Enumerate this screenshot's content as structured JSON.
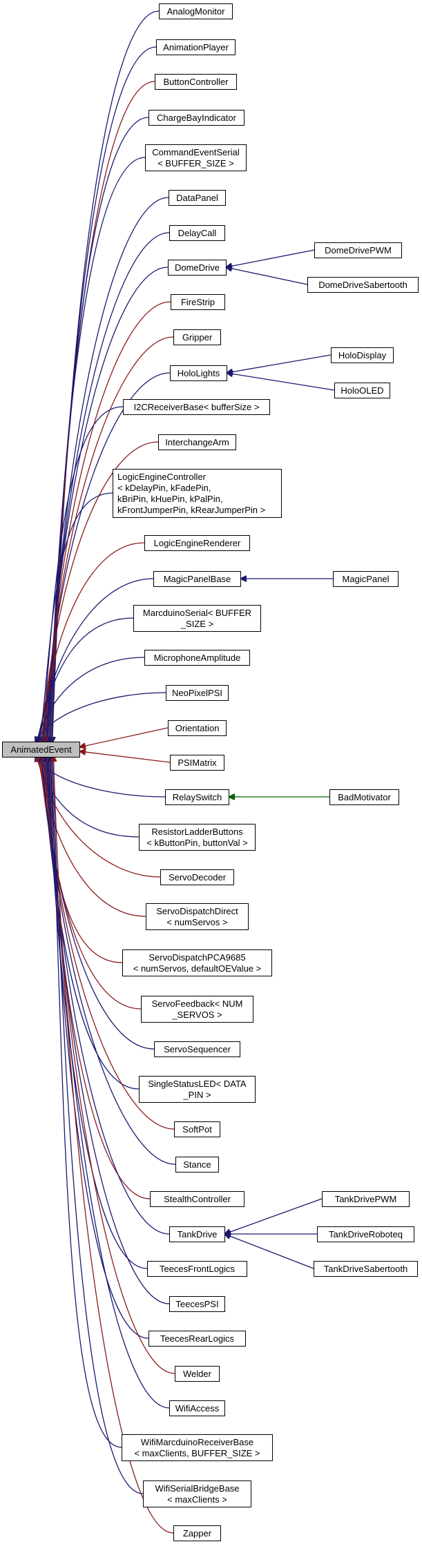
{
  "root": {
    "id": "root",
    "label": [
      "AnimatedEvent"
    ]
  },
  "colors": {
    "public": "#191970",
    "protected": "#8b1a1a",
    "private": "#006400"
  },
  "nodes": [
    {
      "id": "AnalogMonitor",
      "label": [
        "AnalogMonitor"
      ],
      "inherit": "public"
    },
    {
      "id": "AnimationPlayer",
      "label": [
        "AnimationPlayer"
      ],
      "inherit": "public"
    },
    {
      "id": "ButtonController",
      "label": [
        "ButtonController"
      ],
      "inherit": "protected"
    },
    {
      "id": "ChargeBayIndicator",
      "label": [
        "ChargeBayIndicator"
      ],
      "inherit": "public"
    },
    {
      "id": "CommandEventSerial",
      "label": [
        "CommandEventSerial",
        "< BUFFER_SIZE >"
      ],
      "inherit": "public"
    },
    {
      "id": "DataPanel",
      "label": [
        "DataPanel"
      ],
      "inherit": "public"
    },
    {
      "id": "DelayCall",
      "label": [
        "DelayCall"
      ],
      "inherit": "public"
    },
    {
      "id": "DomeDrive",
      "label": [
        "DomeDrive"
      ],
      "inherit": "public"
    },
    {
      "id": "FireStrip",
      "label": [
        "FireStrip"
      ],
      "inherit": "protected"
    },
    {
      "id": "Gripper",
      "label": [
        "Gripper"
      ],
      "inherit": "protected"
    },
    {
      "id": "HoloLights",
      "label": [
        "HoloLights"
      ],
      "inherit": "public"
    },
    {
      "id": "I2CReceiverBase",
      "label": [
        "I2CReceiverBase< bufferSize >"
      ],
      "inherit": "public"
    },
    {
      "id": "InterchangeArm",
      "label": [
        "InterchangeArm"
      ],
      "inherit": "protected"
    },
    {
      "id": "LogicEngineController",
      "label": [
        "LogicEngineController",
        "< kDelayPin, kFadePin,",
        " kBriPin, kHuePin, kPalPin,",
        " kFrontJumperPin, kRearJumperPin >"
      ],
      "inherit": "public"
    },
    {
      "id": "LogicEngineRenderer",
      "label": [
        "LogicEngineRenderer"
      ],
      "inherit": "protected"
    },
    {
      "id": "MagicPanelBase",
      "label": [
        "MagicPanelBase"
      ],
      "inherit": "public"
    },
    {
      "id": "MarcduinoSerial",
      "label": [
        "MarcduinoSerial< BUFFER",
        "_SIZE >"
      ],
      "inherit": "public"
    },
    {
      "id": "MicrophoneAmplitude",
      "label": [
        "MicrophoneAmplitude"
      ],
      "inherit": "public"
    },
    {
      "id": "NeoPixelPSI",
      "label": [
        "NeoPixelPSI"
      ],
      "inherit": "public"
    },
    {
      "id": "Orientation",
      "label": [
        "Orientation"
      ],
      "inherit": "protected"
    },
    {
      "id": "PSIMatrix",
      "label": [
        "PSIMatrix"
      ],
      "inherit": "protected"
    },
    {
      "id": "RelaySwitch",
      "label": [
        "RelaySwitch"
      ],
      "inherit": "public"
    },
    {
      "id": "ResistorLadderButtons",
      "label": [
        "ResistorLadderButtons",
        "< kButtonPin, buttonVal >"
      ],
      "inherit": "public"
    },
    {
      "id": "ServoDecoder",
      "label": [
        "ServoDecoder"
      ],
      "inherit": "protected"
    },
    {
      "id": "ServoDispatchDirect",
      "label": [
        "ServoDispatchDirect",
        "< numServos >"
      ],
      "inherit": "protected"
    },
    {
      "id": "ServoDispatchPCA9685",
      "label": [
        "ServoDispatchPCA9685",
        "< numServos, defaultOEValue >"
      ],
      "inherit": "protected"
    },
    {
      "id": "ServoFeedback",
      "label": [
        "ServoFeedback< NUM",
        "_SERVOS >"
      ],
      "inherit": "protected"
    },
    {
      "id": "ServoSequencer",
      "label": [
        "ServoSequencer"
      ],
      "inherit": "public"
    },
    {
      "id": "SingleStatusLED",
      "label": [
        "SingleStatusLED< DATA",
        "_PIN >"
      ],
      "inherit": "public"
    },
    {
      "id": "SoftPot",
      "label": [
        "SoftPot"
      ],
      "inherit": "protected"
    },
    {
      "id": "Stance",
      "label": [
        "Stance"
      ],
      "inherit": "public"
    },
    {
      "id": "StealthController",
      "label": [
        "StealthController"
      ],
      "inherit": "protected"
    },
    {
      "id": "TankDrive",
      "label": [
        "TankDrive"
      ],
      "inherit": "public"
    },
    {
      "id": "TeecesFrontLogics",
      "label": [
        "TeecesFrontLogics"
      ],
      "inherit": "public"
    },
    {
      "id": "TeecesPSI",
      "label": [
        "TeecesPSI"
      ],
      "inherit": "public"
    },
    {
      "id": "TeecesRearLogics",
      "label": [
        "TeecesRearLogics"
      ],
      "inherit": "public"
    },
    {
      "id": "Welder",
      "label": [
        "Welder"
      ],
      "inherit": "protected"
    },
    {
      "id": "WifiAccess",
      "label": [
        "WifiAccess"
      ],
      "inherit": "public"
    },
    {
      "id": "WifiMarcduinoReceiverBase",
      "label": [
        "WifiMarcduinoReceiverBase",
        "< maxClients, BUFFER_SIZE >"
      ],
      "inherit": "public"
    },
    {
      "id": "WifiSerialBridgeBase",
      "label": [
        "WifiSerialBridgeBase",
        "< maxClients >"
      ],
      "inherit": "public"
    },
    {
      "id": "Zapper",
      "label": [
        "Zapper"
      ],
      "inherit": "protected"
    }
  ],
  "subnodes": [
    {
      "id": "DomeDrivePWM",
      "label": [
        "DomeDrivePWM"
      ],
      "parent": "DomeDrive",
      "inherit": "public"
    },
    {
      "id": "DomeDriveSabertooth",
      "label": [
        "DomeDriveSabertooth"
      ],
      "parent": "DomeDrive",
      "inherit": "public"
    },
    {
      "id": "HoloDisplay",
      "label": [
        "HoloDisplay"
      ],
      "parent": "HoloLights",
      "inherit": "public"
    },
    {
      "id": "HoloOLED",
      "label": [
        "HoloOLED"
      ],
      "parent": "HoloLights",
      "inherit": "public"
    },
    {
      "id": "MagicPanel",
      "label": [
        "MagicPanel"
      ],
      "parent": "MagicPanelBase",
      "inherit": "public"
    },
    {
      "id": "BadMotivator",
      "label": [
        "BadMotivator"
      ],
      "parent": "RelaySwitch",
      "inherit": "private"
    },
    {
      "id": "TankDrivePWM",
      "label": [
        "TankDrivePWM"
      ],
      "parent": "TankDrive",
      "inherit": "public"
    },
    {
      "id": "TankDriveRoboteq",
      "label": [
        "TankDriveRoboteq"
      ],
      "parent": "TankDrive",
      "inherit": "public"
    },
    {
      "id": "TankDriveSabertooth",
      "label": [
        "TankDriveSabertooth"
      ],
      "parent": "TankDrive",
      "inherit": "public"
    }
  ]
}
